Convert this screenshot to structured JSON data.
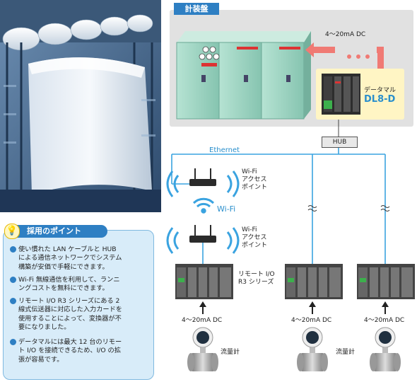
{
  "panel": {
    "title": "計装盤"
  },
  "datalogger": {
    "name": "データマル",
    "model": "DL8-D",
    "signal": "4～20mA DC"
  },
  "network": {
    "ethernet": "Ethernet",
    "hub": "HUB",
    "wifi": "Wi-Fi"
  },
  "access_point": {
    "label_line1": "Wi-Fi",
    "label_line2": "アクセス",
    "label_line3": "ポイント"
  },
  "remote_io": {
    "label_line1": "リモート I/O",
    "label_line2": "R3 シリーズ"
  },
  "sensor": {
    "signal": "4～20mA DC",
    "name": "流量計"
  },
  "points": {
    "heading": "採用のポイント",
    "items": [
      [
        "使い慣れた LAN ケーブルと HUB",
        "による通信ネットワークでシステム",
        "構築が安価で手軽にできます。"
      ],
      [
        "Wi-Fi 無線通信を利用して、ランニ",
        "ングコストを無料にできます。"
      ],
      [
        "リモート I/O R3 シリーズにある 2",
        "線式伝送器に対応した入力カードを",
        "使用することによって、変換器が不",
        "要になりました。"
      ],
      [
        "データマルには最大 12 台のリモー",
        "ト I/O を接続できるため、I/O の拡",
        "張が容易です。"
      ]
    ]
  },
  "colors": {
    "accent": "#2e7fc3",
    "ethernet_line": "#3aa3e0",
    "arrow": "#f07a74",
    "panel_bg": "#e1e1e1",
    "cabinet": "#9fd3c2",
    "datalogger_bg": "#fff5c4"
  }
}
